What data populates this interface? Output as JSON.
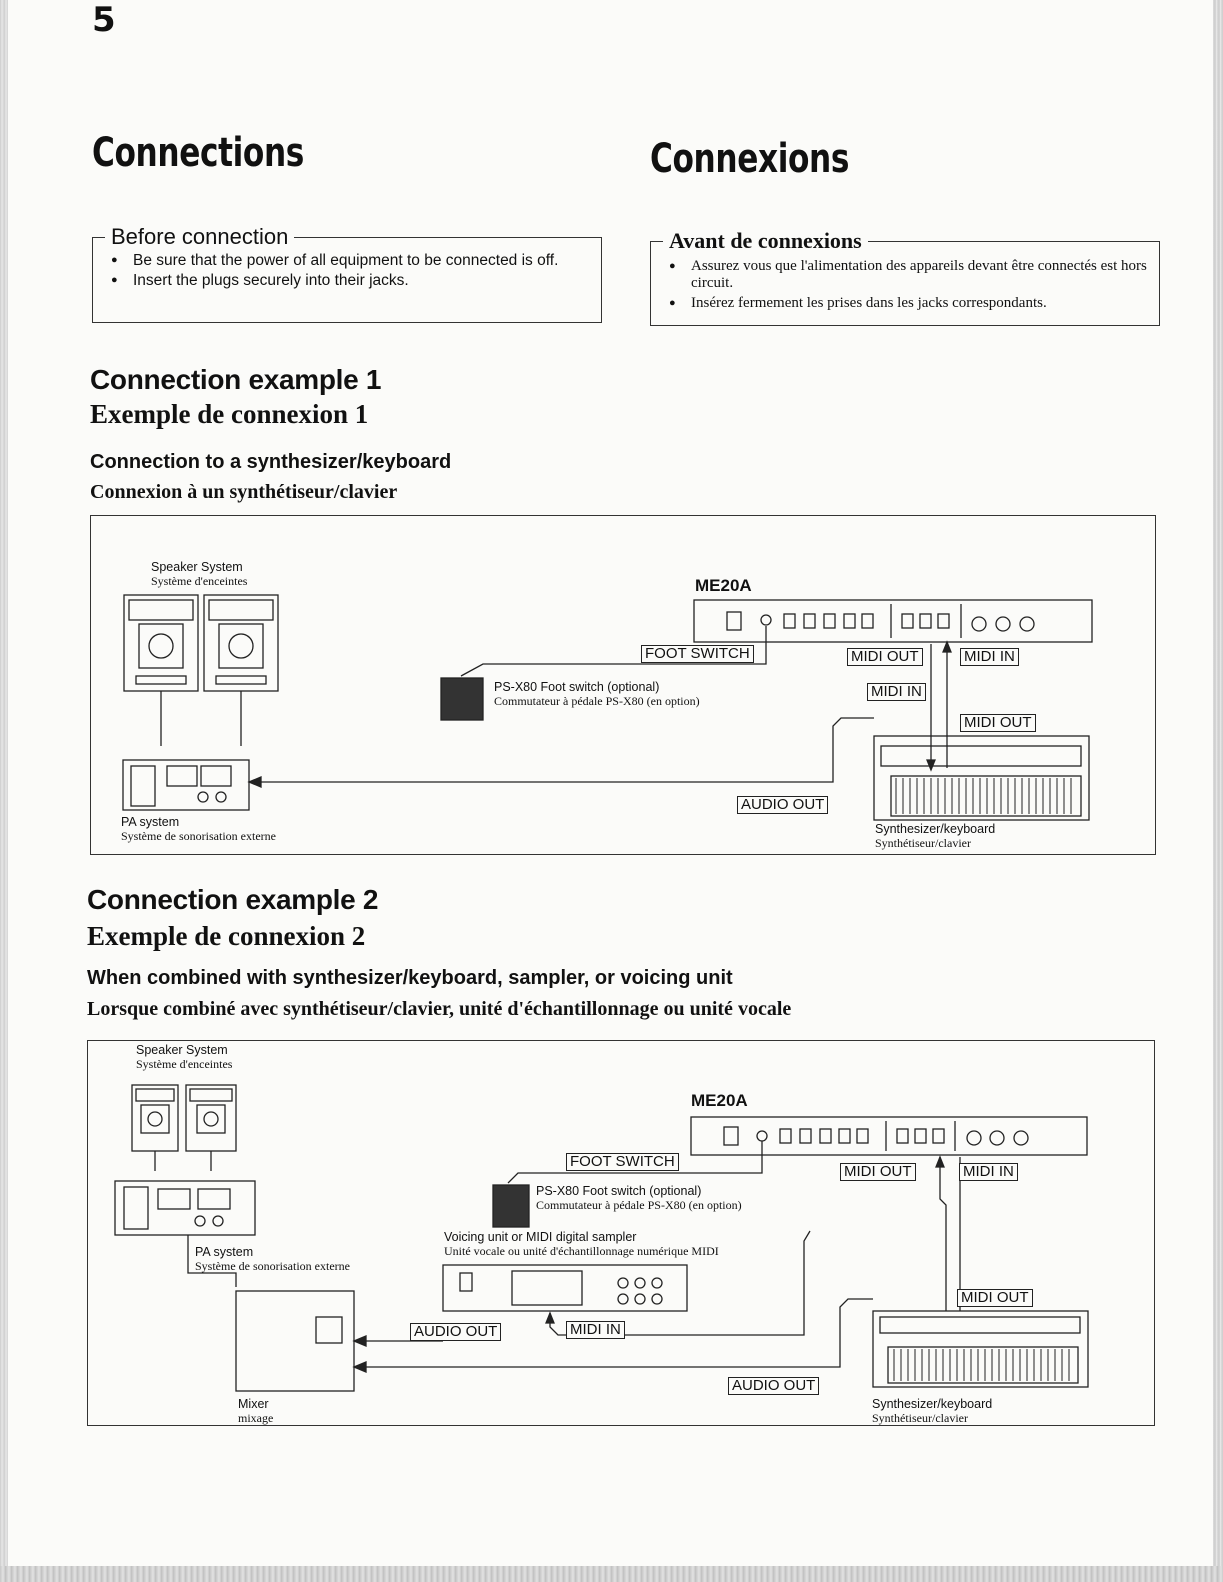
{
  "page_number": "5",
  "titles": {
    "en": "Connections",
    "fr": "Connexions"
  },
  "before": {
    "en": {
      "title": "Before connection",
      "items": [
        "Be sure that the power of all equipment to be connected is off.",
        "Insert the plugs securely into their jacks."
      ]
    },
    "fr": {
      "title": "Avant de connexions",
      "items": [
        "Assurez vous que l'alimentation des appareils devant être connectés est hors circuit.",
        "Insérez fermement les prises dans les jacks correspondants."
      ]
    }
  },
  "example1": {
    "title_en": "Connection example 1",
    "title_fr": "Exemple de connexion 1",
    "sub_en": "Connection to a synthesizer/keyboard",
    "sub_fr": "Connexion à un synthétiseur/clavier",
    "speaker_en": "Speaker System",
    "speaker_fr": "Système d'enceintes",
    "model": "ME20A",
    "footswitch_en": "PS-X80 Foot switch (optional)",
    "footswitch_fr": "Commutateur à pédale PS-X80 (en option)",
    "pa_en": "PA system",
    "pa_fr": "Système de sonorisation externe",
    "synth_en": "Synthesizer/keyboard",
    "synth_fr": "Synthétiseur/clavier",
    "tags": {
      "foot_switch": "FOOT SWITCH",
      "midi_out": "MIDI OUT",
      "midi_in_top": "MIDI IN",
      "midi_in": "MIDI IN",
      "midi_out_synth": "MIDI OUT",
      "audio_out": "AUDIO OUT"
    }
  },
  "example2": {
    "title_en": "Connection example 2",
    "title_fr": "Exemple de connexion 2",
    "sub_en": "When combined with synthesizer/keyboard, sampler, or voicing unit",
    "sub_fr": "Lorsque combiné avec synthétiseur/clavier, unité d'échantillonnage ou unité vocale",
    "speaker_en": "Speaker System",
    "speaker_fr": "Système d'enceintes",
    "model": "ME20A",
    "footswitch_en": "PS-X80 Foot switch (optional)",
    "footswitch_fr": "Commutateur à pédale PS-X80 (en option)",
    "voicing_en": "Voicing unit or MIDI digital sampler",
    "voicing_fr": "Unité vocale ou unité d'échantillonnage numérique MIDI",
    "pa_en": "PA system",
    "pa_fr": "Système de sonorisation externe",
    "mixer_en": "Mixer",
    "mixer_fr": "mixage",
    "synth_en": "Synthesizer/keyboard",
    "synth_fr": "Synthétiseur/clavier",
    "tags": {
      "foot_switch": "FOOT SWITCH",
      "midi_out": "MIDI OUT",
      "midi_in_top": "MIDI IN",
      "midi_out_synth": "MIDI OUT",
      "audio_out_voicing": "AUDIO OUT",
      "midi_in_voicing": "MIDI IN",
      "audio_out_synth": "AUDIO OUT"
    }
  }
}
